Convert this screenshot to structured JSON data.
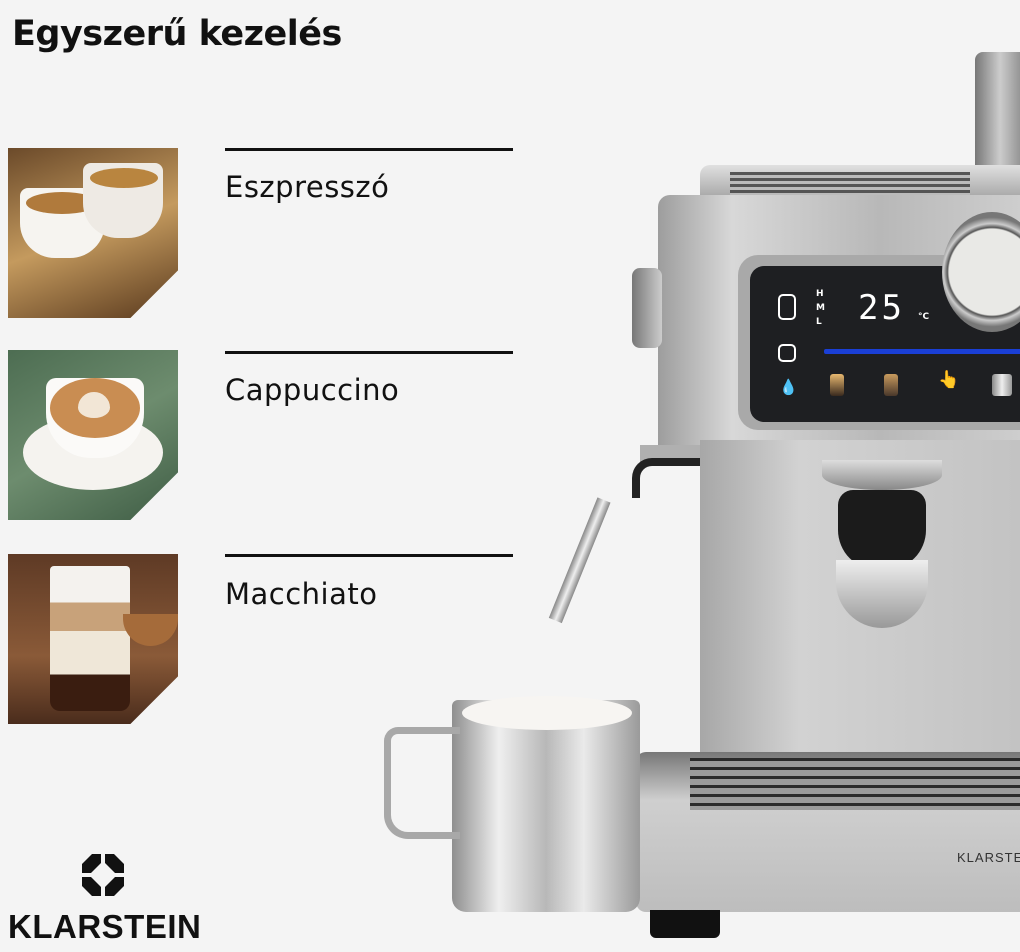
{
  "heading": "Egyszerű kezelés",
  "items": [
    {
      "label": "Eszpresszó",
      "image": "espresso-cups-photo"
    },
    {
      "label": "Cappuccino",
      "image": "cappuccino-latte-art-photo"
    },
    {
      "label": "Macchiato",
      "image": "latte-macchiato-glass-photo"
    }
  ],
  "brand": {
    "name": "KLARSTEIN",
    "machine_brand": "KLARSTEIN"
  },
  "panel": {
    "temperature": "25",
    "unit": "°C",
    "levels": [
      "H",
      "M",
      "L"
    ]
  },
  "colors": {
    "background": "#f4f4f4",
    "panel": "#1e1f22",
    "accent_bar": "#1a3fd6"
  }
}
